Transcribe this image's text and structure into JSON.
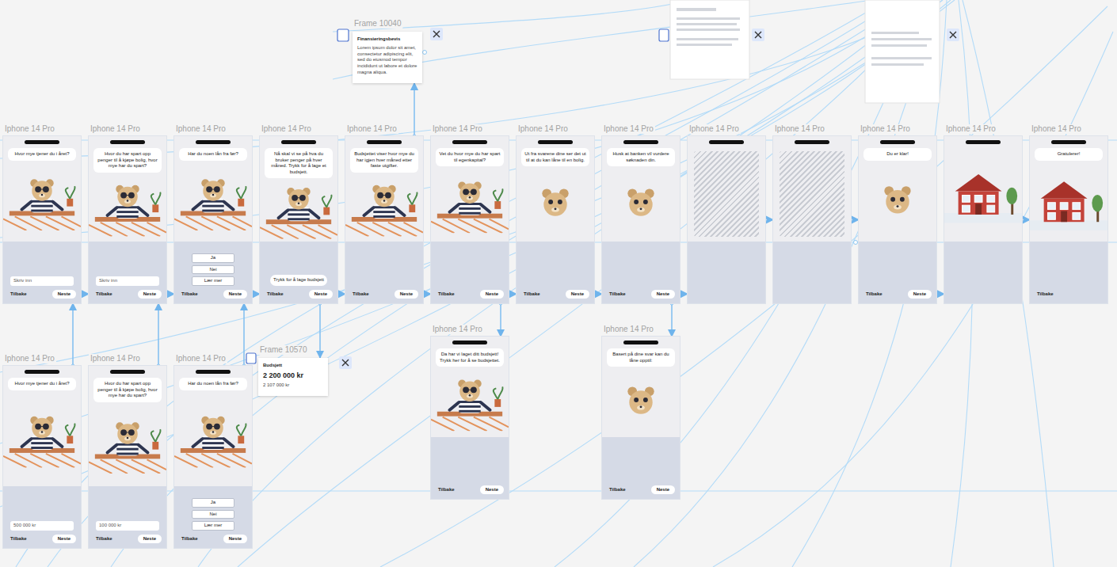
{
  "diagram": {
    "nodes": [
      {
        "text": [
          "Iphone 14 Pro",
          "Hvor mye tjener du i året?"
        ]
      },
      {
        "text": [
          "Skriv inn"
        ],
        "in": 0
      },
      {
        "text": [
          "Tilbake"
        ],
        "in": 0
      },
      {
        "text": [
          "Neste"
        ],
        "in": 0
      },
      {
        "text": [
          "Iphone 14 Pro",
          "Hvor du har spart opp penger til å kjøpe bolig, hvor mye har du spart?"
        ]
      },
      {
        "text": [
          "Skriv inn"
        ],
        "in": 4
      },
      {
        "text": [
          "Tilbake"
        ],
        "in": 4
      },
      {
        "text": [
          "Neste"
        ],
        "in": 4
      },
      {
        "text": [
          "Iphone 14 Pro",
          "Har du noen lån fra før?"
        ]
      },
      {
        "text": [
          "Ja"
        ],
        "in": 8
      },
      {
        "text": [
          "Nei"
        ],
        "in": 8
      },
      {
        "text": [
          "Lær mer"
        ],
        "in": 8
      },
      {
        "text": [
          "Tilbake"
        ],
        "in": 8
      },
      {
        "text": [
          "Neste"
        ],
        "in": 8
      },
      {
        "text": [
          "Iphone 14 Pro",
          "Nå skal vi se på hva du bruker penger på hver måned. Trykk for å lage et budsjett."
        ]
      },
      {
        "text": [
          "Trykk for å lage budsjett"
        ],
        "in": 14
      },
      {
        "text": [
          "Tilbake"
        ],
        "in": 14
      },
      {
        "text": [
          "Neste"
        ],
        "in": 14
      },
      {
        "text": [
          "Iphone 14 Pro",
          "Budsjettet viser hvor mye du har igjen hver måned etter faste utgifter."
        ]
      },
      {
        "text": [
          "Tilbake"
        ],
        "in": 18
      },
      {
        "text": [
          "Neste"
        ],
        "in": 18
      },
      {
        "text": [
          "Iphone 14 Pro",
          "Vet du hvor mye du har spart til egenkapital?"
        ]
      },
      {
        "text": [
          "Tilbake"
        ],
        "in": 21
      },
      {
        "text": [
          "Neste"
        ],
        "in": 21
      },
      {
        "text": [
          "Iphone 14 Pro",
          "Ut fra svarene dine ser det ut til at du kan låne til en bolig."
        ]
      },
      {
        "text": [
          "Tilbake"
        ],
        "in": 24
      },
      {
        "text": [
          "Neste"
        ],
        "in": 24
      },
      {
        "text": [
          "Iphone 14 Pro",
          "Husk at banken vil vurdere søknaden din."
        ]
      },
      {
        "text": [
          "Tilbake"
        ],
        "in": 27
      },
      {
        "text": [
          "Neste"
        ],
        "in": 27
      },
      {
        "text": [
          "Iphone 14 Pro"
        ]
      },
      {
        "text": [
          "Iphone 14 Pro"
        ]
      },
      {
        "text": [
          "Iphone 14 Pro",
          "Du er klar!"
        ]
      },
      {
        "text": [
          "Tilbake"
        ],
        "in": 32
      },
      {
        "text": [
          "Neste"
        ],
        "in": 32
      },
      {
        "text": [
          "Iphone 14 Pro"
        ]
      },
      {
        "text": [
          "Iphone 14 Pro",
          "Gratulerer!"
        ]
      },
      {
        "text": [
          "Tilbake"
        ],
        "in": 36
      },
      {
        "text": [
          "Iphone 14 Pro",
          "Da har vi laget ditt budsjett! Trykk her for å se budsjettet."
        ]
      },
      {
        "text": [
          "Tilbake"
        ],
        "in": 38
      },
      {
        "text": [
          "Neste"
        ],
        "in": 38
      },
      {
        "text": [
          "Iphone 14 Pro",
          "Basert på dine svar kan du låne opptil:"
        ]
      },
      {
        "text": [
          "Tilbake"
        ],
        "in": 41
      },
      {
        "text": [
          "Neste"
        ],
        "in": 41
      },
      {
        "text": [
          "Iphone 14 Pro",
          "Hvor mye tjener du i året?"
        ]
      },
      {
        "text": [
          "500 000 kr"
        ],
        "in": 44
      },
      {
        "text": [
          "Tilbake"
        ],
        "in": 44
      },
      {
        "text": [
          "Neste"
        ],
        "in": 44
      },
      {
        "text": [
          "Iphone 14 Pro",
          "Hvor du har spart opp penger til å kjøpe bolig, hvor mye har du spart?"
        ]
      },
      {
        "text": [
          "100 000 kr"
        ],
        "in": 48
      },
      {
        "text": [
          "Tilbake"
        ],
        "in": 48
      },
      {
        "text": [
          "Neste"
        ],
        "in": 48
      },
      {
        "text": [
          "Iphone 14 Pro",
          "Har du noen lån fra før?"
        ]
      },
      {
        "text": [
          "Ja"
        ],
        "in": 52
      },
      {
        "text": [
          "Nei"
        ],
        "in": 52
      },
      {
        "text": [
          "Lær mer"
        ],
        "in": 52
      },
      {
        "text": [
          "Tilbake"
        ],
        "in": 52
      },
      {
        "text": [
          "Neste"
        ],
        "in": 52
      },
      {
        "text": [
          "Frame 10040",
          "Finansieringsbevis",
          "Lorem ipsum dolor sit amet, consectetur adipiscing elit, sed do eiusmod tempor incididunt ut labore et dolore magna aliqua."
        ]
      },
      {
        "text": [
          "Frame 10570",
          "Budsjett",
          "2 200 000 kr",
          "2 107 000 kr"
        ]
      }
    ],
    "edges": [
      {
        "from": 3,
        "to": 4,
        "arrow": "to"
      },
      {
        "from": 7,
        "to": 8,
        "arrow": "to"
      },
      {
        "from": 13,
        "to": 14,
        "arrow": "to"
      },
      {
        "from": 17,
        "to": 18,
        "arrow": "to"
      },
      {
        "from": 20,
        "to": 21,
        "arrow": "to"
      },
      {
        "from": 23,
        "to": 24,
        "arrow": "to"
      },
      {
        "from": 26,
        "to": 27,
        "arrow": "to"
      },
      {
        "from": 29,
        "to": 30,
        "arrow": "to"
      },
      {
        "from": 30,
        "to": 31,
        "arrow": "to"
      },
      {
        "from": 31,
        "to": 32,
        "arrow": "to"
      },
      {
        "from": 34,
        "to": 35,
        "arrow": "to"
      },
      {
        "from": 35,
        "to": 36,
        "arrow": "to"
      },
      {
        "from": 44,
        "to": 0,
        "arrow": "to"
      },
      {
        "from": 48,
        "to": 4,
        "arrow": "to"
      },
      {
        "from": 52,
        "to": 8,
        "arrow": "to"
      },
      {
        "from": 21,
        "to": 38,
        "arrow": "to"
      },
      {
        "from": 27,
        "to": 41,
        "arrow": "to"
      },
      {
        "from": 14,
        "to": 59,
        "arrow": "to"
      },
      {
        "from": 18,
        "to": 58,
        "arrow": "to"
      }
    ]
  }
}
